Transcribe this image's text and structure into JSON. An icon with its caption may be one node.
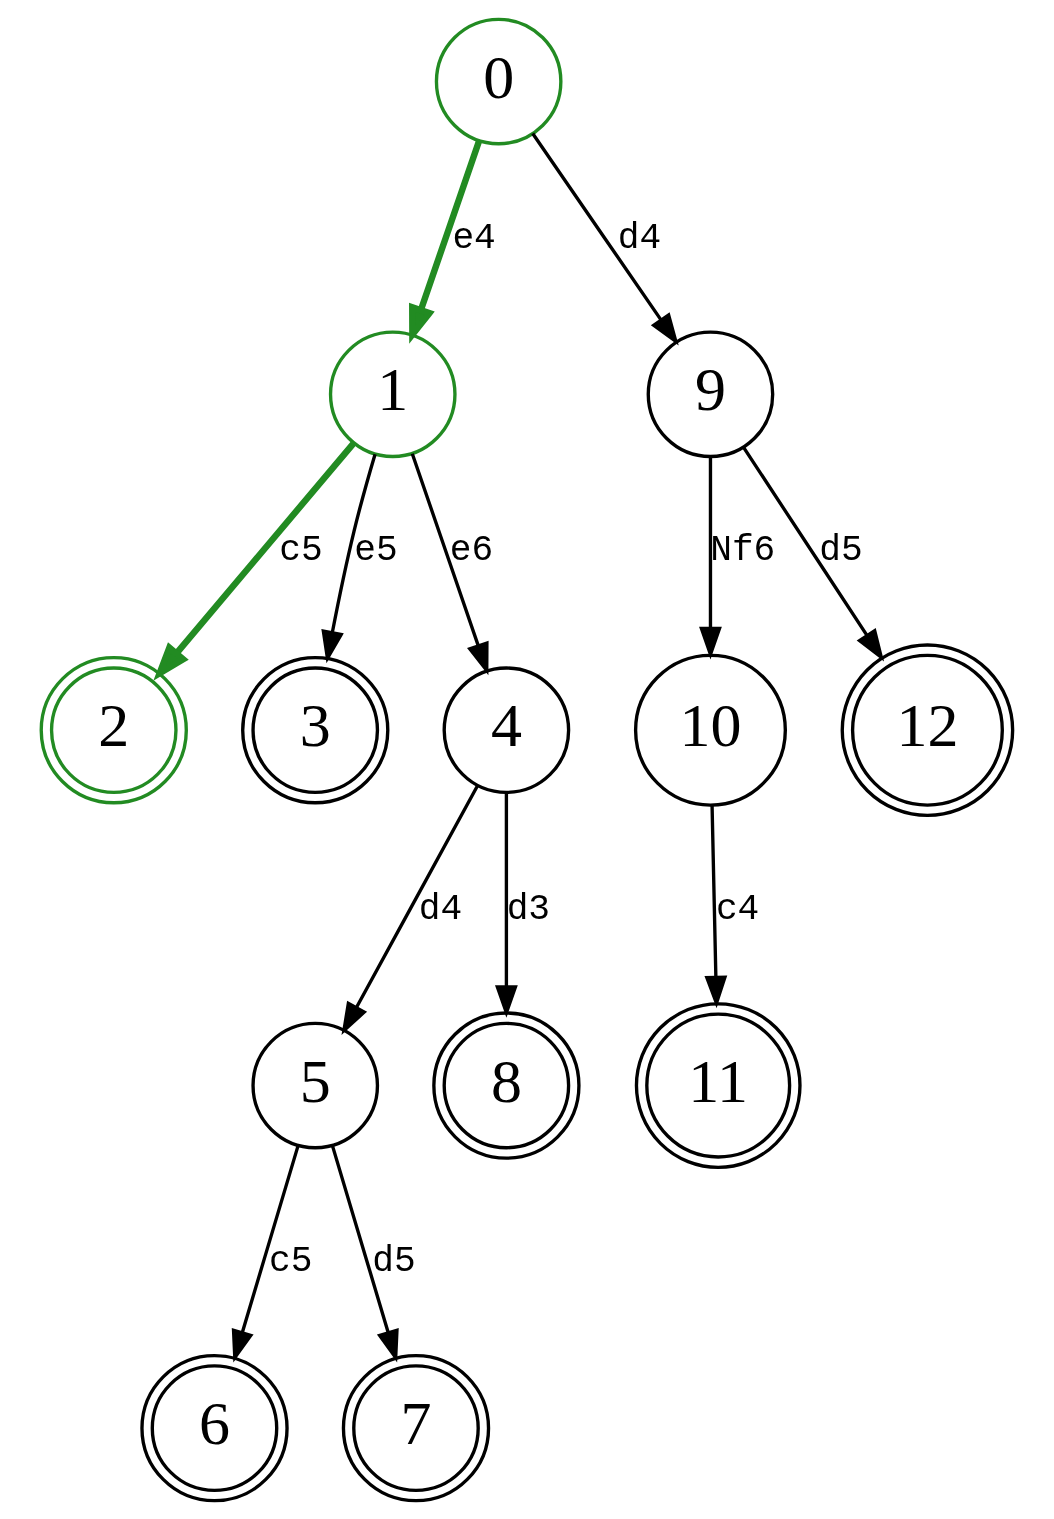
{
  "diagram": {
    "nodes": [
      {
        "text": [
          "0"
        ]
      },
      {
        "text": [
          "1"
        ]
      },
      {
        "text": [
          "2"
        ]
      },
      {
        "text": [
          "3"
        ]
      },
      {
        "text": [
          "4"
        ]
      },
      {
        "text": [
          "5"
        ]
      },
      {
        "text": [
          "6"
        ]
      },
      {
        "text": [
          "7"
        ]
      },
      {
        "text": [
          "8"
        ]
      },
      {
        "text": [
          "9"
        ]
      },
      {
        "text": [
          "10"
        ]
      },
      {
        "text": [
          "11"
        ]
      },
      {
        "text": [
          "12"
        ]
      }
    ],
    "edges": [
      {
        "from": 0,
        "to": 1,
        "arrow": "to",
        "label": "e4",
        "style": "thick",
        "color": "#228b22"
      },
      {
        "from": 1,
        "to": 2,
        "arrow": "to",
        "label": "c5",
        "style": "thick",
        "color": "#228b22"
      },
      {
        "from": 1,
        "to": 3,
        "arrow": "to",
        "label": "e5"
      },
      {
        "from": 1,
        "to": 4,
        "arrow": "to",
        "label": "e6"
      },
      {
        "from": 4,
        "to": 5,
        "arrow": "to",
        "label": "d4"
      },
      {
        "from": 5,
        "to": 6,
        "arrow": "to",
        "label": "c5"
      },
      {
        "from": 5,
        "to": 7,
        "arrow": "to",
        "label": "d5"
      },
      {
        "from": 4,
        "to": 8,
        "arrow": "to",
        "label": "d3"
      },
      {
        "from": 0,
        "to": 9,
        "arrow": "to",
        "label": "d4"
      },
      {
        "from": 9,
        "to": 10,
        "arrow": "to",
        "label": "Nf6"
      },
      {
        "from": 10,
        "to": 11,
        "arrow": "to",
        "label": "c4"
      },
      {
        "from": 9,
        "to": 12,
        "arrow": "to",
        "label": "d5"
      }
    ]
  }
}
